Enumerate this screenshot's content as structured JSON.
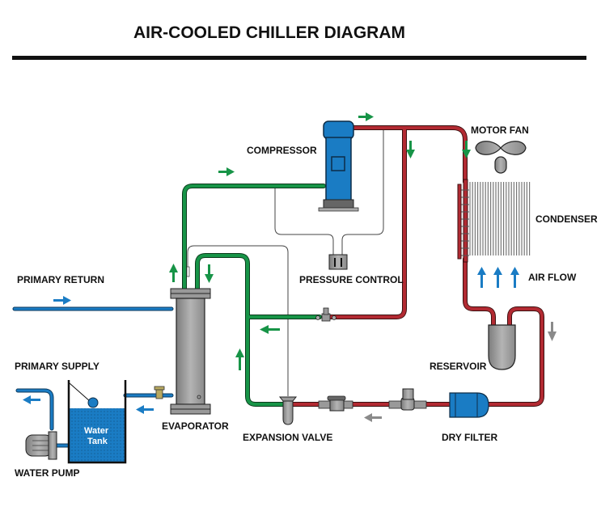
{
  "title": "AIR-COOLED  CHILLER   DIAGRAM",
  "labels": {
    "compressor": "COMPRESSOR",
    "motor_fan": "MOTOR FAN",
    "condenser": "CONDENSER",
    "air_flow": "AIR FLOW",
    "pressure_control": "PRESSURE CONTROL",
    "primary_return": "PRIMARY RETURN",
    "primary_supply": "PRIMARY SUPPLY",
    "reservoir": "RESERVOIR",
    "evaporator": "EVAPORATOR",
    "expansion_valve": "EXPANSION VALVE",
    "dry_filter": "DRY FILTER",
    "water_pump": "WATER PUMP",
    "water_tank_line1": "Water",
    "water_tank_line2": "Tank"
  },
  "colors": {
    "hot_line": "#b22a32",
    "cold_line": "#179447",
    "water_line": "#1a7cc4",
    "component_blue": "#1a7cc4",
    "component_gray": "#9a9a9a",
    "arrow_green": "#179447",
    "arrow_blue": "#1a7cc4",
    "arrow_gray": "#8a8a8a"
  }
}
